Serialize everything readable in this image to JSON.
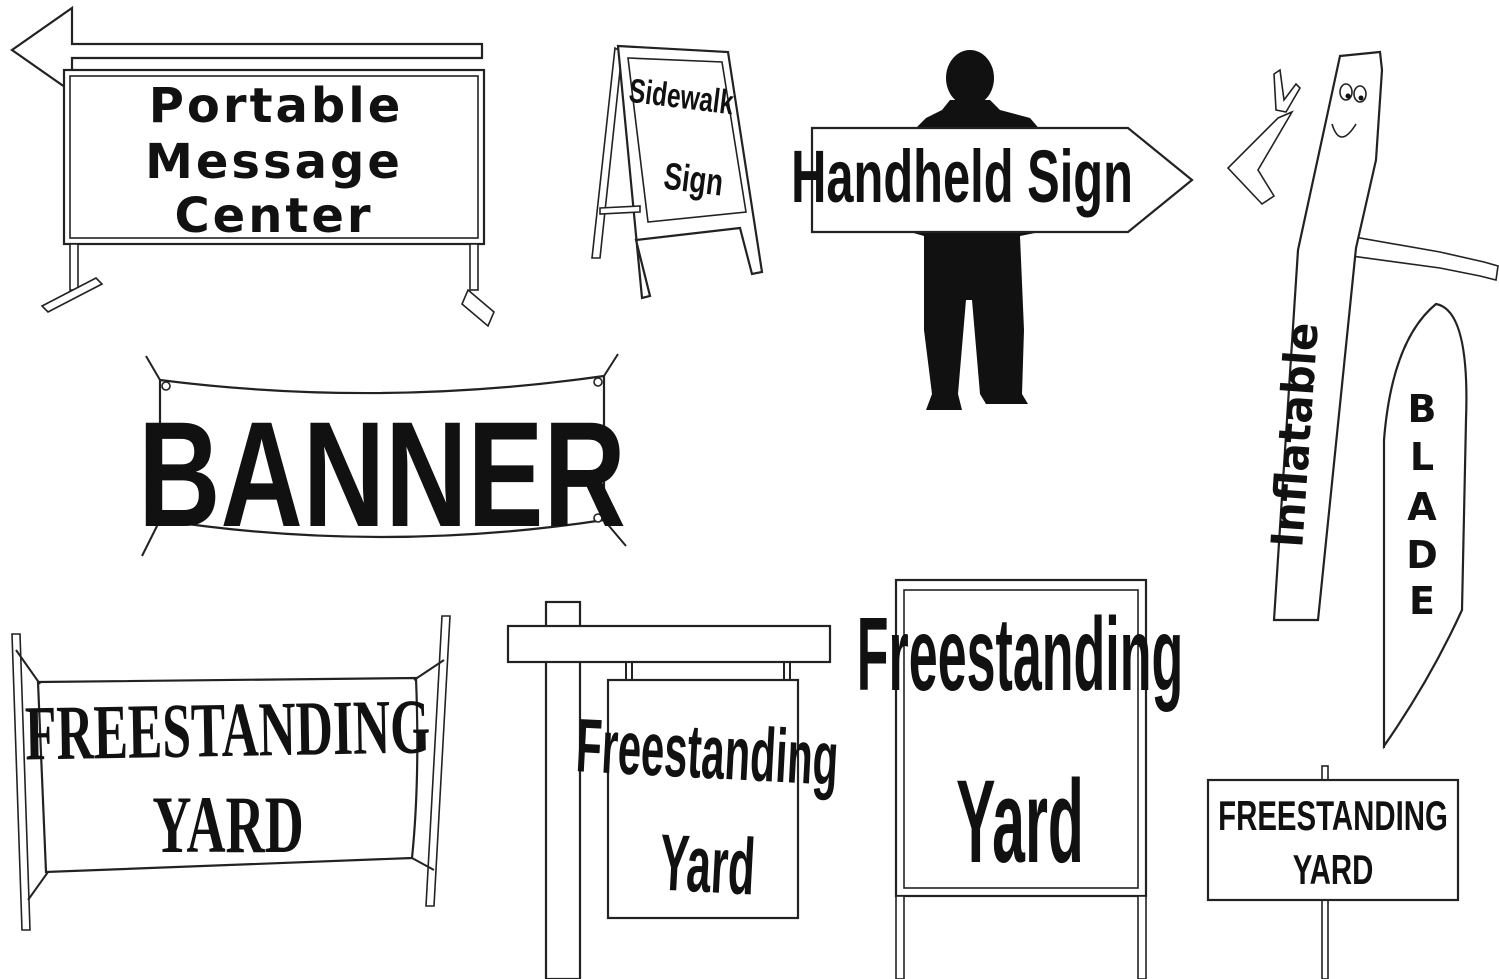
{
  "signs": {
    "portable": {
      "line1": "Portable",
      "line2": "Message",
      "line3": "Center"
    },
    "sidewalk": {
      "line1": "Sidewalk",
      "line2": "Sign"
    },
    "handheld": {
      "label": "Handheld Sign"
    },
    "inflatable": {
      "label": "Inflatable"
    },
    "blade": {
      "letters": [
        "B",
        "L",
        "A",
        "D",
        "E"
      ]
    },
    "banner": {
      "label": "BANNER"
    },
    "stakes_banner": {
      "line1": "FREESTANDING",
      "line2": "YARD"
    },
    "post_sign": {
      "line1": "Freestanding",
      "line2": "Yard"
    },
    "frame_sign": {
      "line1": "Freestanding",
      "line2": "Yard"
    },
    "small_yard": {
      "line1": "FREESTANDING",
      "line2": "YARD"
    }
  },
  "colors": {
    "ink": "#111111",
    "paper": "#ffffff"
  }
}
